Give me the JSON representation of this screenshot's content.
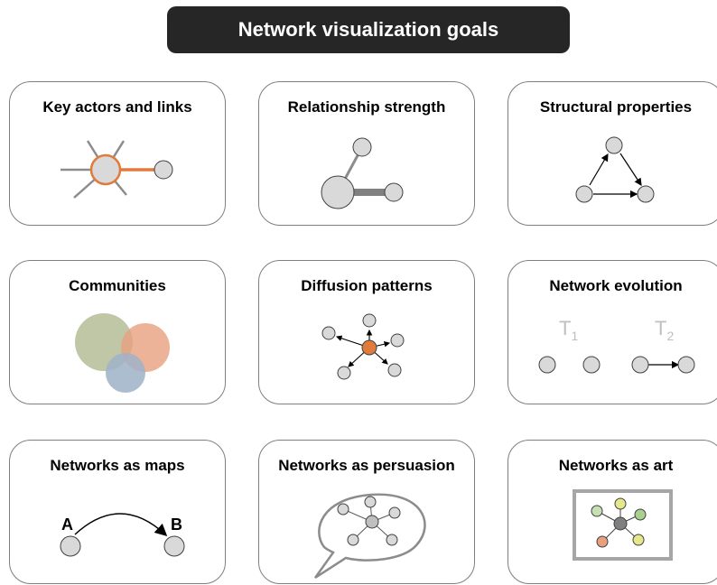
{
  "title": "Network visualization goals",
  "cards": [
    {
      "label": "Key actors and links"
    },
    {
      "label": "Relationship strength"
    },
    {
      "label": "Structural properties"
    },
    {
      "label": "Communities"
    },
    {
      "label": "Diffusion patterns"
    },
    {
      "label": "Network evolution",
      "t1": "T",
      "t1_sub": "1",
      "t2": "T",
      "t2_sub": "2"
    },
    {
      "label": "Networks as maps",
      "node_a": "A",
      "node_b": "B"
    },
    {
      "label": "Networks as persuasion"
    },
    {
      "label": "Networks as art"
    }
  ],
  "colors": {
    "title_bg": "#262626",
    "card_border": "#7f7f7f",
    "node_fill": "#d9d9d9",
    "node_stroke": "#404040",
    "highlight": "#e07b3c",
    "community_green": "#b5bd98",
    "community_orange": "#e8a07f",
    "community_blue": "#9fb2c8",
    "art_frame": "#a6a6a6"
  }
}
